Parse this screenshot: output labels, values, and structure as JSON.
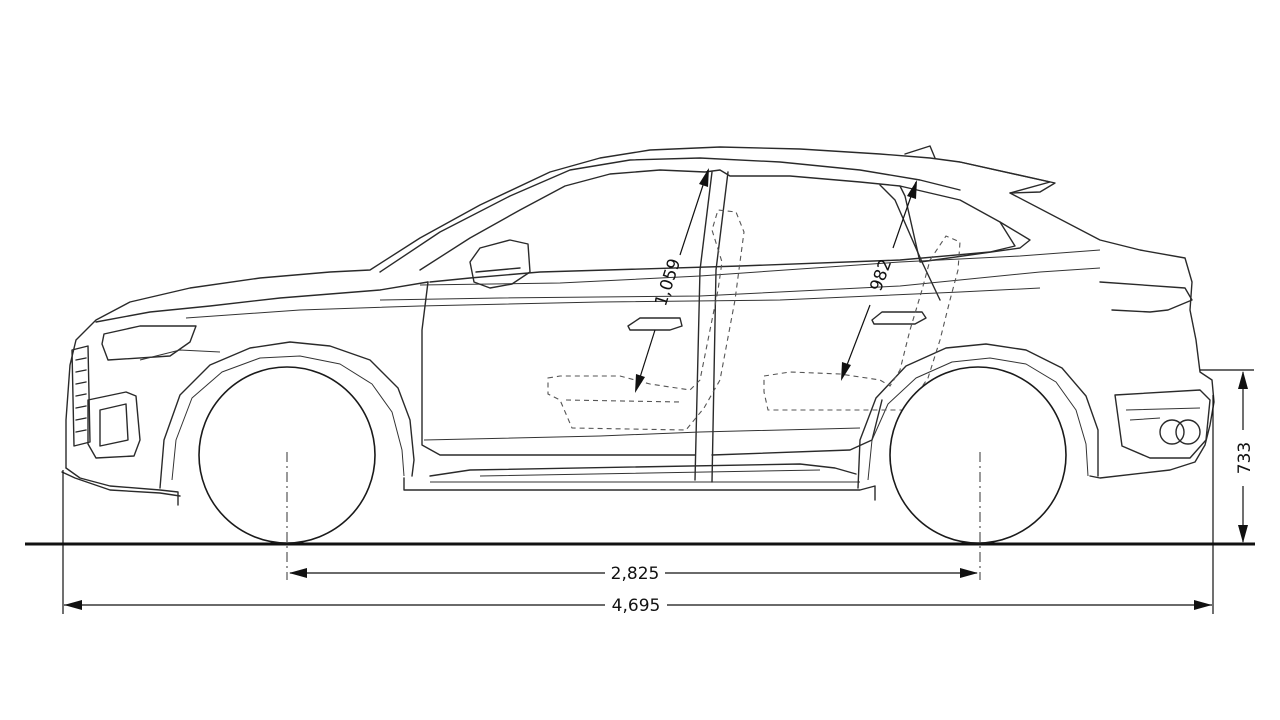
{
  "dimensions": {
    "wheelbase": "2,825",
    "overall_length": "4,695",
    "front_headroom": "1,059",
    "rear_headroom": "982",
    "rear_overhang_height": "733"
  },
  "colors": {
    "line": "#2a2a2a",
    "background": "#ffffff"
  }
}
